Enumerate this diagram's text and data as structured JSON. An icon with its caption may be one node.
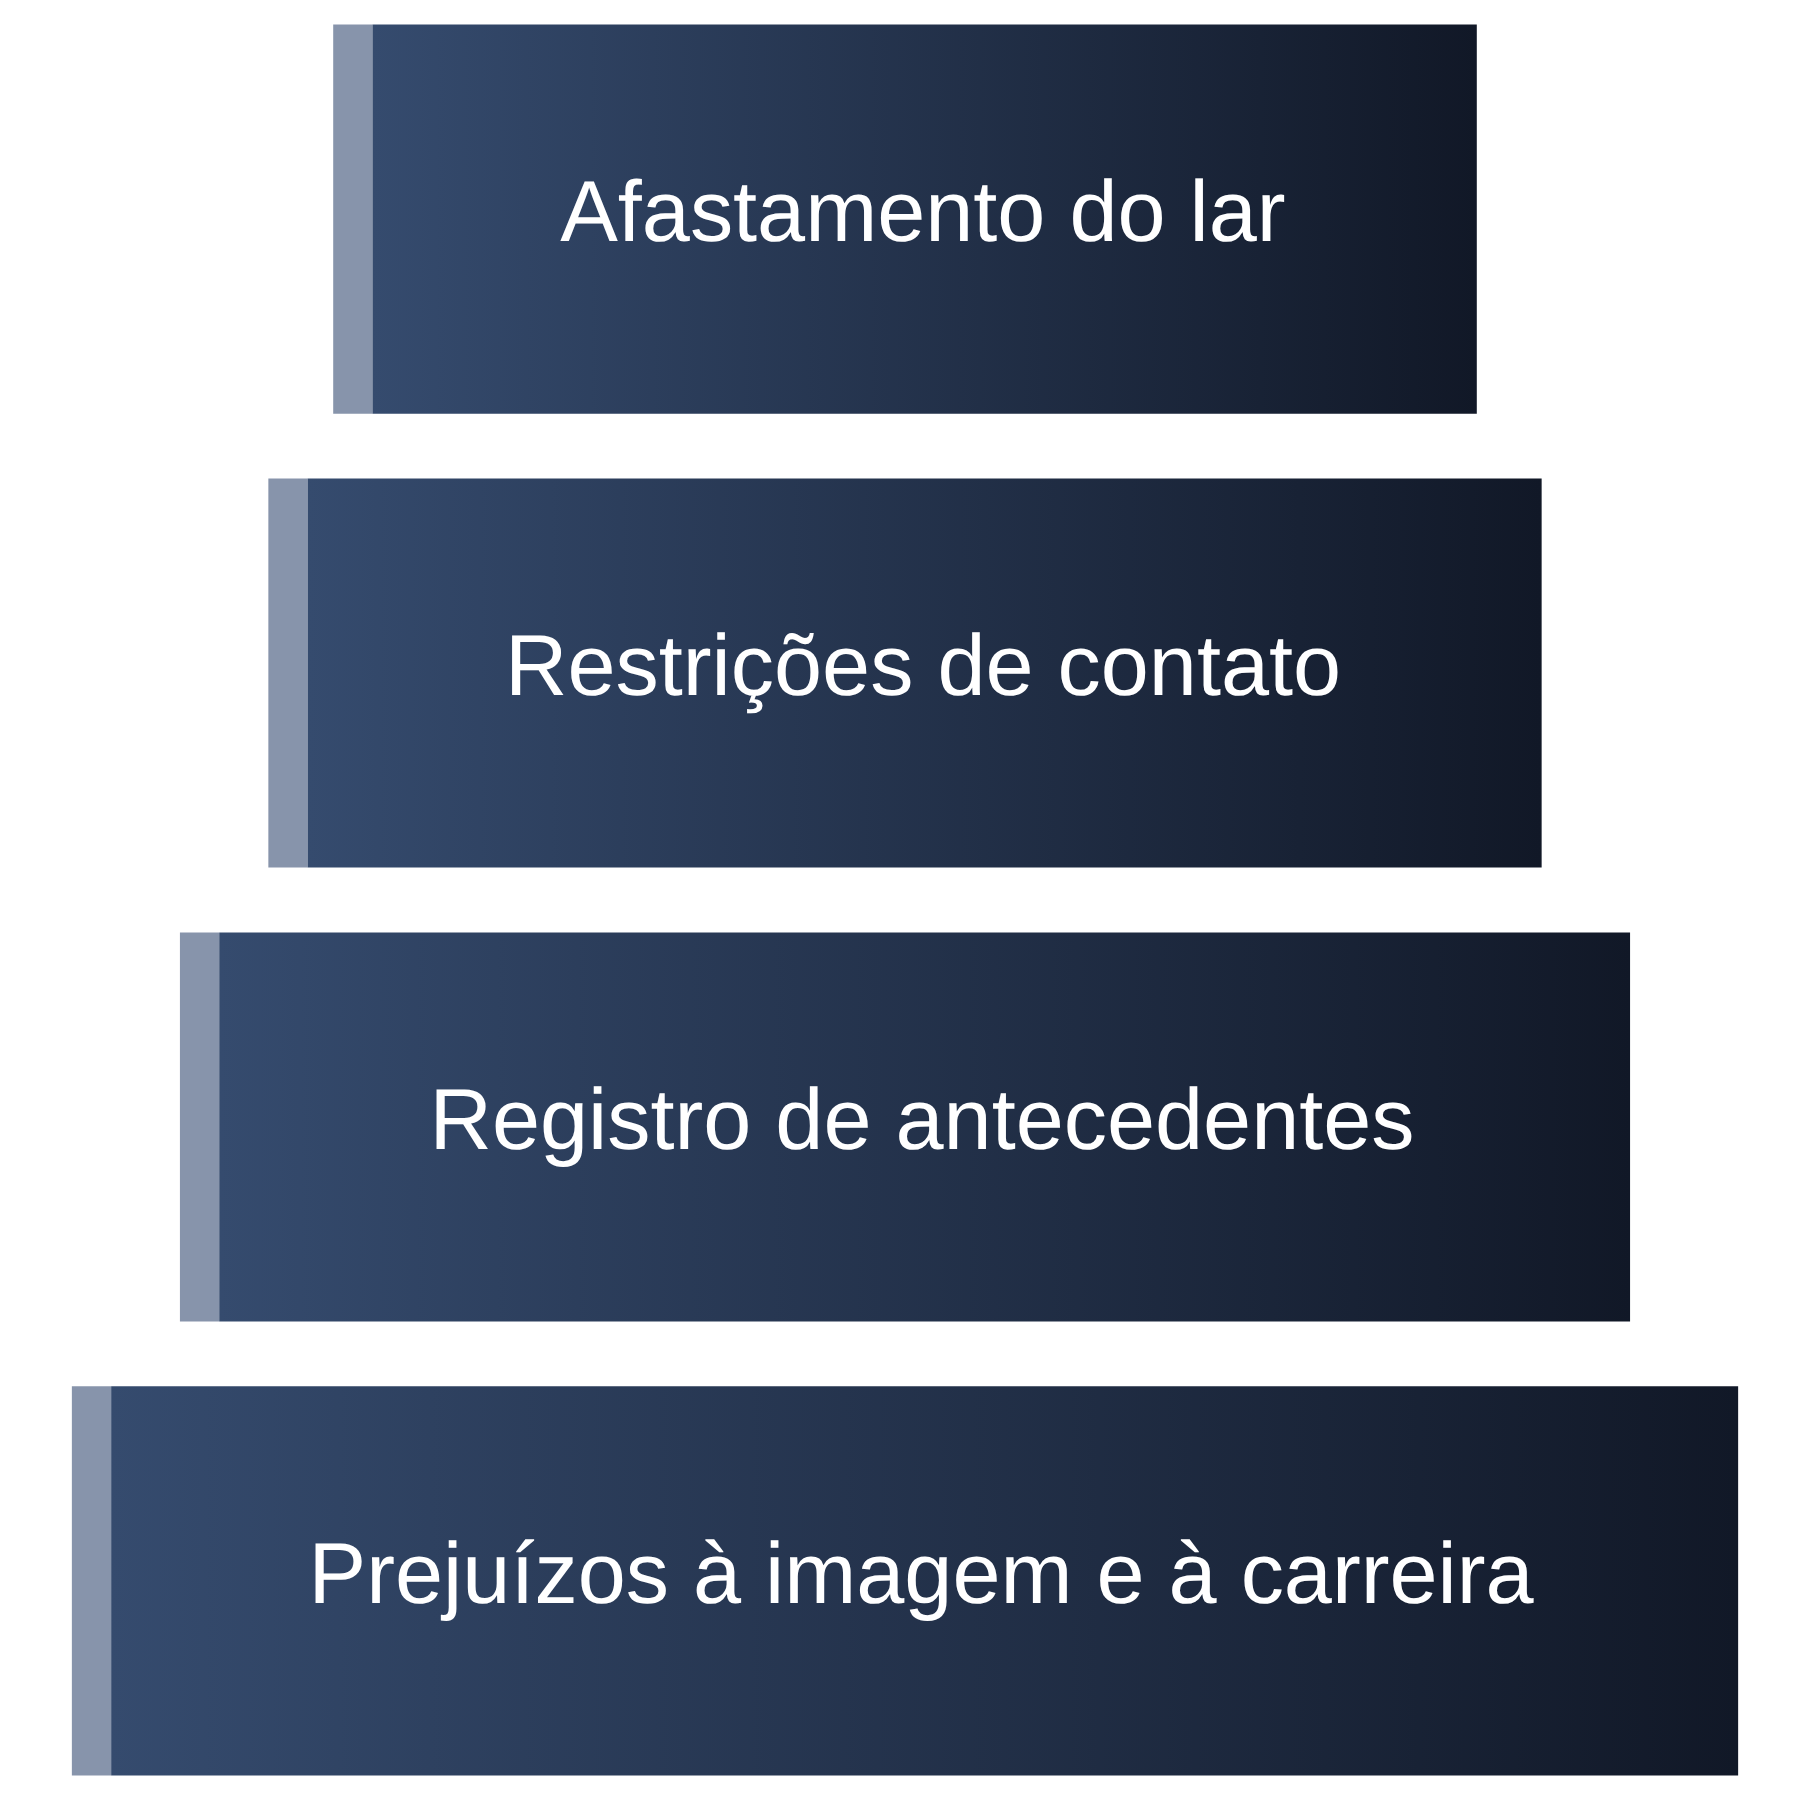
{
  "diagram": {
    "nodes": [
      {
        "text": [
          "Afastamento do lar"
        ]
      },
      {
        "text": [
          "Restrições de contato"
        ]
      },
      {
        "text": [
          "Registro de antecedentes"
        ]
      },
      {
        "text": [
          "Prejuízos à imagem e à carreira"
        ]
      }
    ]
  }
}
